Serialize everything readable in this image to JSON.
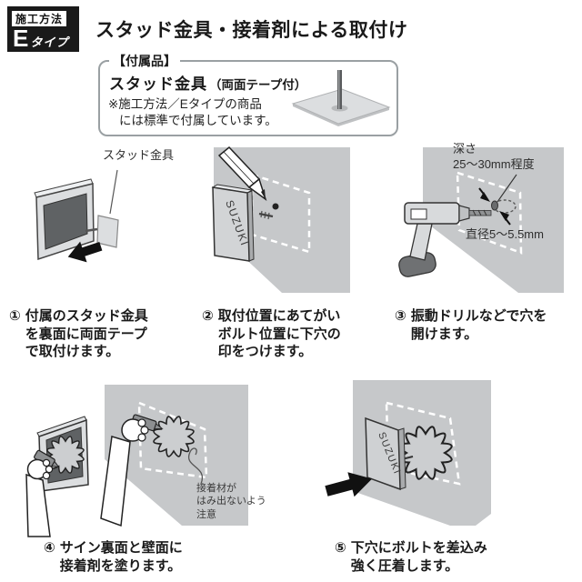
{
  "badge": {
    "top_label": "施工方法",
    "type_letter": "E",
    "type_suffix": "タイプ"
  },
  "title": "スタッド金具・接着剤による取付け",
  "accessory_box": {
    "label": "【付属品】",
    "item_name": "スタッド金具",
    "item_note": "（両面テープ付）",
    "remark_line1": "※施工方法／Eタイプの商品",
    "remark_line2": "には標準で付属しています。"
  },
  "illustrations": {
    "stud_label": "スタッド金具",
    "sign_text": "SUZUKI",
    "depth_label": "深さ\n25〜30mm程度",
    "diameter_label": "直径5〜5.5mm",
    "adhesive_note": "接着材が\nはみ出ないよう\n注意"
  },
  "steps": [
    {
      "num": "①",
      "text": "付属のスタッド金具\nを裏面に両面テープ\nで取付けます。"
    },
    {
      "num": "②",
      "text": "取付位置にあてがい\nボルト位置に下穴の\n印をつけます。"
    },
    {
      "num": "③",
      "text": "振動ドリルなどで穴を\n開けます。"
    },
    {
      "num": "④",
      "text": "サイン裏面と壁面に\n接着剤を塗ります。"
    },
    {
      "num": "⑤",
      "text": "下穴にボルトを差込み\n強く圧着します。"
    }
  ],
  "colors": {
    "wall": "#c6c8ca",
    "ink": "#1a1a1a",
    "sign_dark": "#5f6264",
    "metal": "#d8dadc"
  }
}
